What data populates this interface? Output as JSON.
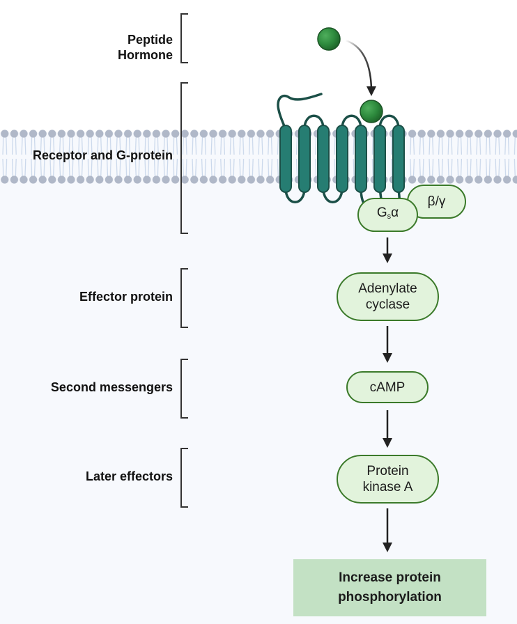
{
  "levels": [
    {
      "label_lines": [
        "Peptide",
        "Hormone"
      ]
    },
    {
      "label_lines": [
        "Receptor and G-protein"
      ]
    },
    {
      "label_lines": [
        "Effector protein"
      ]
    },
    {
      "label_lines": [
        "Second messengers"
      ]
    },
    {
      "label_lines": [
        "Later effectors"
      ]
    }
  ],
  "g_protein": {
    "alpha": {
      "main": "G",
      "subscript": "s",
      "suffix": "α"
    },
    "beta_gamma": "β/γ"
  },
  "pathway": [
    {
      "id": "adenylate-cyclase",
      "lines": [
        "Adenylate",
        "cyclase"
      ]
    },
    {
      "id": "camp",
      "lines": [
        "cAMP"
      ]
    },
    {
      "id": "protein-kinase-a",
      "lines": [
        "Protein",
        "kinase A"
      ]
    }
  ],
  "outcome": {
    "lines": [
      "Increase protein",
      "phosphorylation"
    ]
  },
  "colors": {
    "receptor": "#267d72",
    "receptor_outline": "#1b4f47",
    "hormone": "#2e8b3e",
    "pill_fill": "#e2f3dc",
    "pill_border": "#3b7a2a",
    "outcome_fill": "#c3e1c4",
    "lipid_head": "#b0b8c8",
    "lipid_tail": "#c8d6ea"
  }
}
